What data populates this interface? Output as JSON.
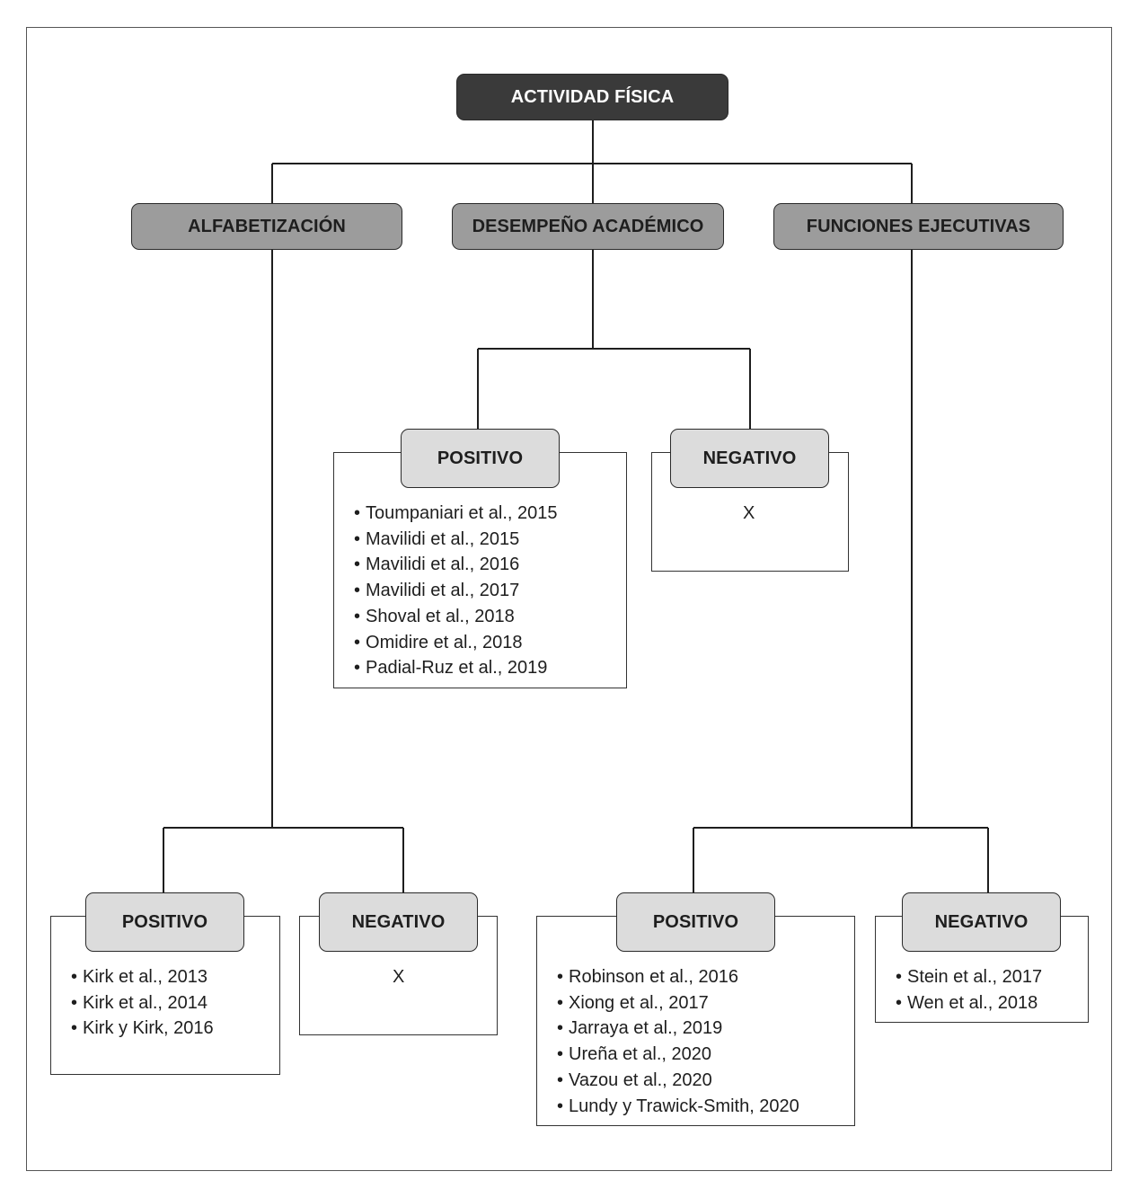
{
  "root": {
    "label": "ACTIVIDAD FÍSICA"
  },
  "categories": {
    "alfabetizacion": {
      "label": "ALFABETIZACIÓN"
    },
    "desempeno": {
      "label": "DESEMPEÑO ACADÉMICO"
    },
    "funciones": {
      "label": "FUNCIONES EJECUTIVAS"
    }
  },
  "alfabetizacion": {
    "positivo": {
      "label": "POSITIVO",
      "refs": [
        "Kirk et al., 2013",
        "Kirk et al., 2014",
        "Kirk y Kirk, 2016"
      ]
    },
    "negativo": {
      "label": "NEGATIVO",
      "refs_text": "X"
    }
  },
  "desempeno": {
    "positivo": {
      "label": "POSITIVO",
      "refs": [
        "Toumpaniari et al., 2015",
        "Mavilidi et al., 2015",
        "Mavilidi et al., 2016",
        "Mavilidi et al., 2017",
        "Shoval et al., 2018",
        "Omidire et al., 2018",
        "Padial-Ruz et al., 2019"
      ]
    },
    "negativo": {
      "label": "NEGATIVO",
      "refs_text": "X"
    }
  },
  "funciones": {
    "positivo": {
      "label": "POSITIVO",
      "refs": [
        "Robinson et al., 2016",
        "Xiong et al., 2017",
        "Jarraya et al., 2019",
        "Ureña et al., 2020",
        "Vazou et al., 2020",
        "Lundy y Trawick-Smith, 2020"
      ]
    },
    "negativo": {
      "label": "NEGATIVO",
      "refs": [
        "Stein et al., 2017",
        "Wen et al., 2018"
      ]
    }
  }
}
